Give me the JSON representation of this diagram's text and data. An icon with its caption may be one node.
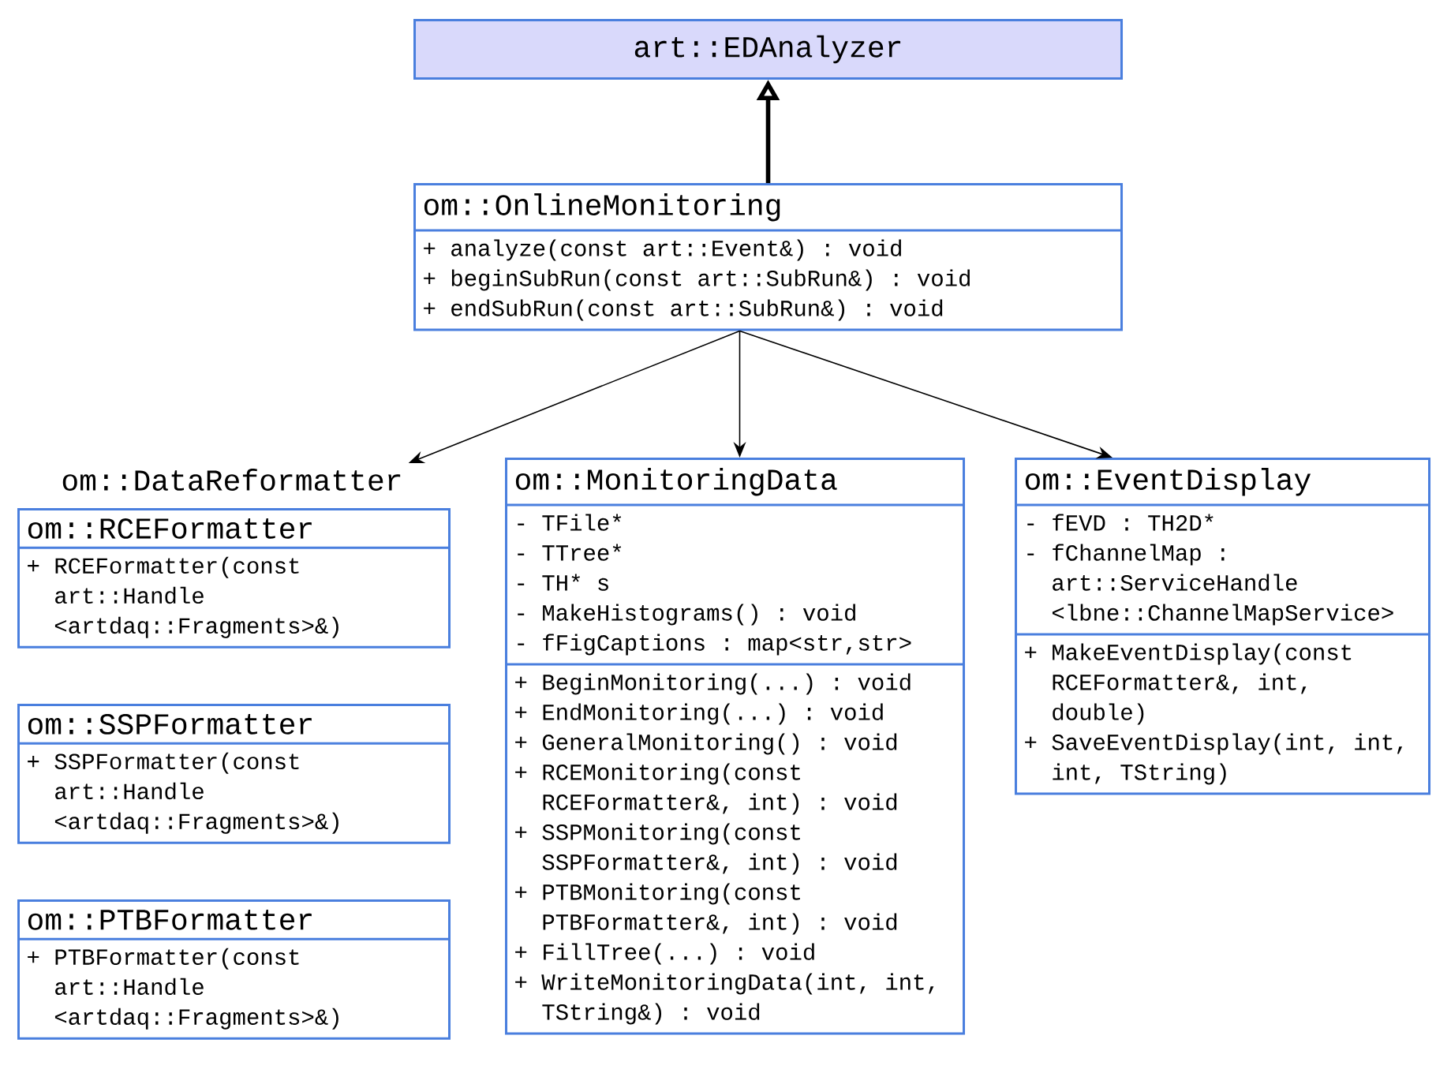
{
  "diagram": {
    "nodes": [
      {
        "text": [
          "art::EDAnalyzer"
        ]
      },
      {
        "text": [
          "om::OnlineMonitoring",
          "+ analyze(const art::Event&) : void",
          "+ beginSubRun(const art::SubRun&) : void",
          "+ endSubRun(const art::SubRun&) : void"
        ]
      },
      {
        "text": [
          "om::DataReformatter"
        ]
      },
      {
        "text": [
          "om::MonitoringData",
          "- TFile*",
          "- TTree*",
          "- TH* s",
          "- MakeHistograms() : void",
          "- fFigCaptions : map<str,str>",
          "+ BeginMonitoring(...) : void",
          "+ EndMonitoring(...) : void",
          "+ GeneralMonitoring() : void",
          "+ RCEMonitoring(const RCEFormatter&, int) : void",
          "+ SSPMonitoring(const SSPFormatter&, int) : void",
          "+ PTBMonitoring(const PTBFormatter&, int) : void",
          "+ FillTree(...) : void",
          "+ WriteMonitoringData(int, int, TString&) : void"
        ]
      },
      {
        "text": [
          "om::EventDisplay",
          "- fEVD : TH2D*",
          "- fChannelMap : art::ServiceHandle <lbne::ChannelMapService>",
          "+ MakeEventDisplay(const RCEFormatter&, int, double)",
          "+ SaveEventDisplay(int, int, int, TString)"
        ]
      },
      {
        "text": [
          "om::RCEFormatter",
          "+ RCEFormatter(const art::Handle <artdaq::Fragments>&)"
        ]
      },
      {
        "text": [
          "om::SSPFormatter",
          "+ SSPFormatter(const art::Handle <artdaq::Fragments>&)"
        ]
      },
      {
        "text": [
          "om::PTBFormatter",
          "+ PTBFormatter(const art::Handle <artdaq::Fragments>&)"
        ]
      }
    ],
    "edges": [
      {
        "from": 1,
        "to": 0,
        "arrow": "to",
        "style": "thick"
      },
      {
        "from": 1,
        "to": 2,
        "arrow": "to"
      },
      {
        "from": 1,
        "to": 3,
        "arrow": "to"
      },
      {
        "from": 1,
        "to": 4,
        "arrow": "to"
      }
    ]
  }
}
